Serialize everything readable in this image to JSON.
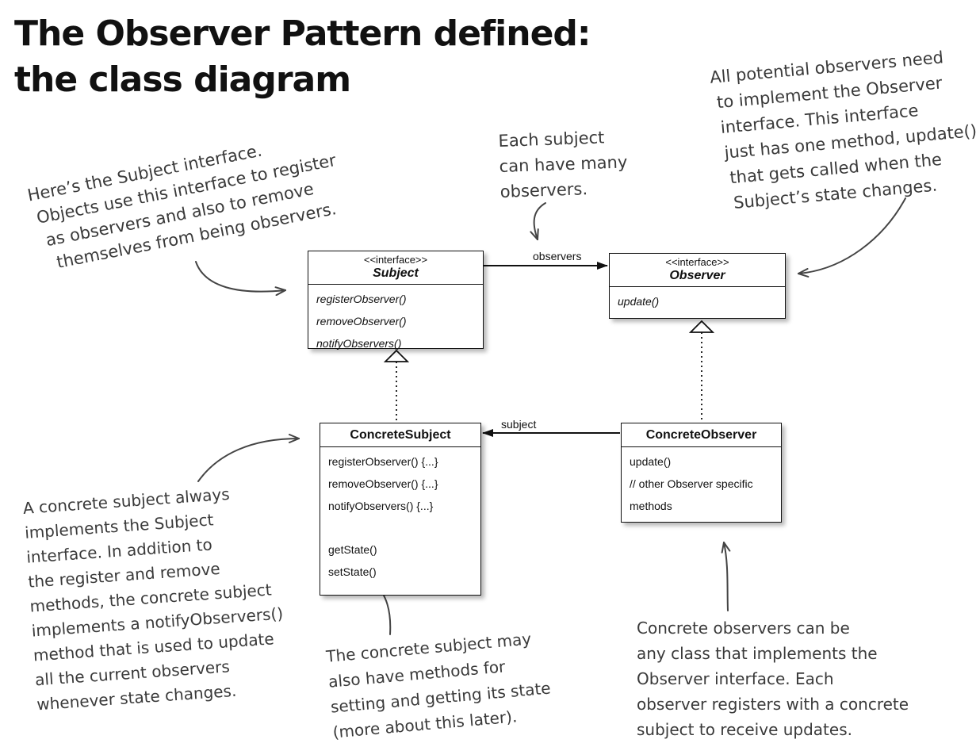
{
  "title": {
    "line1": "The Observer Pattern defined:",
    "line2": "the class diagram"
  },
  "classes": {
    "subject": {
      "stereotype": "<<interface>>",
      "name": "Subject",
      "methods": [
        "registerObserver()",
        "removeObserver()",
        "notifyObservers()"
      ]
    },
    "observer": {
      "stereotype": "<<interface>>",
      "name": "Observer",
      "methods": [
        "update()"
      ]
    },
    "concrete_subject": {
      "name": "ConcreteSubject",
      "methods": [
        "registerObserver() {...}",
        "removeObserver() {...}",
        "notifyObservers() {...}",
        "getState()",
        "setState()"
      ]
    },
    "concrete_observer": {
      "name": "ConcreteObserver",
      "methods": [
        "update()",
        "// other Observer specific",
        "methods"
      ]
    }
  },
  "associations": {
    "observers_label": "observers",
    "subject_label": "subject"
  },
  "notes": {
    "subject_interface": [
      "Here’s the Subject interface.",
      "Objects use this interface to register",
      "as observers and also to remove",
      "themselves from being observers."
    ],
    "many_observers": [
      "Each subject",
      "can have many",
      "observers."
    ],
    "observer_interface": [
      "All potential observers need",
      "to implement the Observer",
      "interface.  This interface",
      "just has one method, update(),",
      "that gets called when the",
      "Subject’s state changes."
    ],
    "concrete_subject": [
      "A concrete subject always",
      "implements the Subject",
      "interface.  In addition to",
      "the register and remove",
      "methods, the concrete subject",
      "implements a notifyObservers()",
      "method that is used to update",
      "all the current observers",
      "whenever state changes."
    ],
    "state_methods": [
      "The concrete subject may",
      "also have methods for",
      "setting and getting its state",
      "(more about this later)."
    ],
    "concrete_observers": [
      "Concrete observers can be",
      "any class that implements the",
      "Observer interface.  Each",
      "observer registers with a concrete",
      "subject to receive updates."
    ]
  }
}
